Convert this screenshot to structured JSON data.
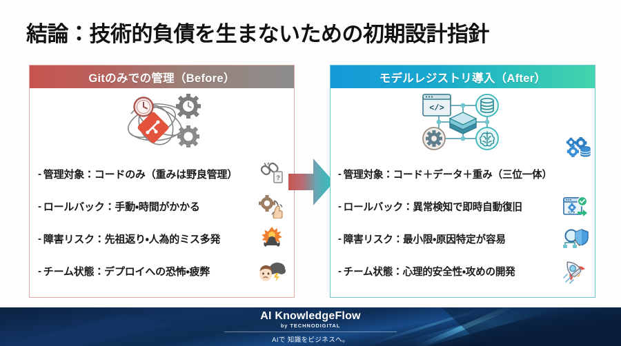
{
  "slide": {
    "title": "結論：技術的負債を生まないための初期設計指針"
  },
  "arrow": {
    "name": "transition-arrow",
    "color_start": "#c7564f",
    "color_end": "#2bbfbc"
  },
  "panels": [
    {
      "id": "before",
      "header": "Gitのみでの管理（Before）",
      "header_color_start": "#c7544e",
      "header_color_end": "#8d8d8d",
      "border_color": "#d9a9a5",
      "illustration": "git-chaos-illustration",
      "bullets": [
        {
          "dash": "-",
          "text": "管理対象：コードのみ（重みは野良管理）",
          "icon": "broken-chain-unknown-file-icon"
        },
        {
          "dash": "-",
          "text": "ロールバック：手動・時間がかかる",
          "icon": "manual-gear-hand-icon"
        },
        {
          "dash": "-",
          "text": "障害リスク：先祖返り・人為的ミス多発",
          "icon": "explosion-facepalm-icon"
        },
        {
          "dash": "-",
          "text": "チーム状態：デプロイへの恐怖・疲弊",
          "icon": "worried-face-storm-cloud-icon"
        }
      ]
    },
    {
      "id": "after",
      "header": "モデルレジストリ導入（After）",
      "header_color_start": "#159ad8",
      "header_color_end": "#45d4ad",
      "border_color": "#6ec7cf",
      "illustration": "model-registry-network-illustration",
      "bullets": [
        {
          "dash": "-",
          "text": "管理対象：コード＋データ＋重み（三位一体）",
          "icon": "gears-database-icon"
        },
        {
          "dash": "-",
          "text": "ロールバック：異常検知で即時自動復旧",
          "icon": "window-check-arrow-icon"
        },
        {
          "dash": "-",
          "text": "障害リスク：最小限・原因特定が容易",
          "icon": "magnifier-shield-icon"
        },
        {
          "dash": "-",
          "text": "チーム状態：心理的安全性・攻めの開発",
          "icon": "rocket-icon"
        }
      ]
    }
  ],
  "footer": {
    "brand": "AI KnowledgeFlow",
    "brand_sub": "by TECHNODIGITAL",
    "tagline": "AIで 知識をビジネスへ。",
    "background_color": "#0c2444"
  }
}
